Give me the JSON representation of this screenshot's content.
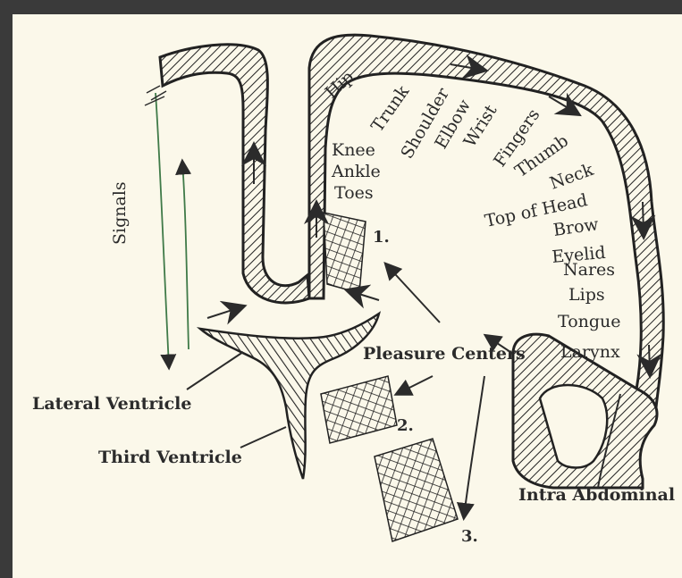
{
  "diagram": {
    "signals_label": "Signals",
    "body_parts": {
      "hip": "Hip",
      "trunk": "Trunk",
      "shoulder": "Shoulder",
      "elbow": "Elbow",
      "wrist": "Wrist",
      "fingers": "Fingers",
      "thumb": "Thumb",
      "neck": "Neck",
      "top_of_head": "Top of Head",
      "brow": "Brow",
      "eyelid": "Eyelid",
      "nares": "Nares",
      "lips": "Lips",
      "tongue": "Tongue",
      "larynx": "Larynx",
      "knee": "Knee",
      "ankle": "Ankle",
      "toes": "Toes",
      "intra_abdominal": "Intra Abdominal"
    },
    "structures": {
      "pleasure_centers": "Pleasure Centers",
      "lateral_ventricle": "Lateral Ventricle",
      "third_ventricle": "Third Ventricle"
    },
    "numbers": {
      "one": "1.",
      "two": "2.",
      "three": "3."
    },
    "colors": {
      "background": "#fbf8ea",
      "frame": "#3a3a3a",
      "ink": "#2b2b2b",
      "signal_line": "#3f7a48"
    }
  }
}
